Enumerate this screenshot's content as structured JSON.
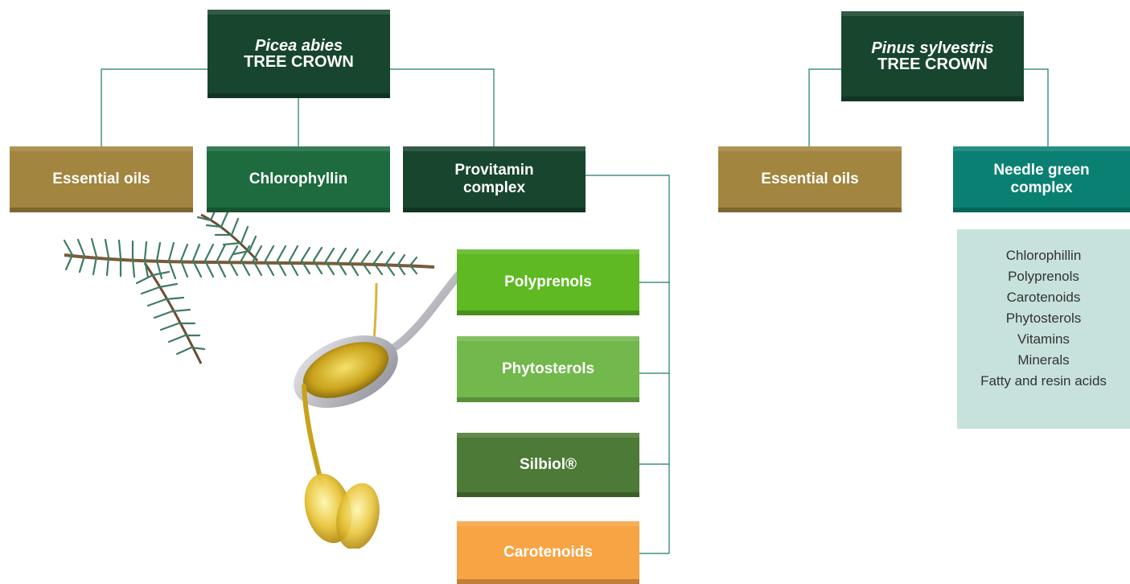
{
  "left_tree": {
    "species": "Picea abies",
    "crown": "TREE CROWN",
    "children": [
      "Essential oils",
      "Chlorophyllin",
      "Provitamin complex"
    ]
  },
  "provitamin_components": [
    "Polyprenols",
    "Phytosterols",
    "Silbiol®",
    "Carotenoids"
  ],
  "right_tree": {
    "species": "Pinus sylvestris",
    "crown": "TREE CROWN",
    "children": [
      "Essential oils",
      "Needle green complex"
    ],
    "needle_green_contents": [
      "Chlorophillin",
      "Polyprenols",
      "Carotenoids",
      "Phytosterols",
      "Vitamins",
      "Minerals",
      "Fatty and resin acids"
    ]
  },
  "colors": {
    "gold": "#a2853e",
    "green_mid": "#1d6b3f",
    "green_dark": "#17452d",
    "teal": "#0a8072",
    "lime": "#5eb922",
    "light_green": "#72b84c",
    "olive": "#4d7a36",
    "orange": "#f7a445",
    "panel": "#c7e2dd",
    "connector": "#1a7a6a"
  }
}
